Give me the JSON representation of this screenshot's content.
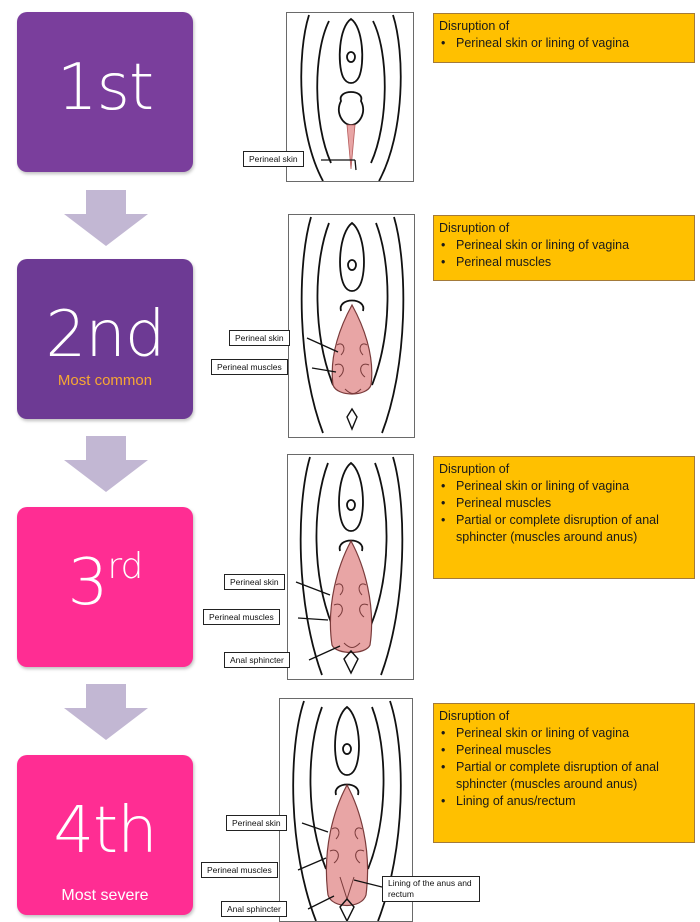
{
  "colors": {
    "purple": "#7a3e9c",
    "magenta": "#ff2d93",
    "arrow": "#c2b7d3",
    "info_bg": "#ffc000",
    "subtitle_orange": "#f7a733",
    "tear": "#e8a5a5"
  },
  "degrees": [
    {
      "label": "1st",
      "sup": "",
      "subtitle": "",
      "callouts": [
        "Perineal skin"
      ],
      "info_heading": "Disruption of",
      "info_items": [
        "Perineal skin or lining of vagina"
      ]
    },
    {
      "label": "2nd",
      "sup": "",
      "subtitle": "Most common",
      "callouts": [
        "Perineal skin",
        "Perineal muscles"
      ],
      "info_heading": "Disruption of",
      "info_items": [
        "Perineal skin or lining of vagina",
        "Perineal muscles"
      ]
    },
    {
      "label": "3",
      "sup": "rd",
      "subtitle": "",
      "callouts": [
        "Perineal skin",
        "Perineal muscles",
        "Anal sphincter"
      ],
      "info_heading": "Disruption of",
      "info_items": [
        "Perineal skin or lining of vagina",
        "Perineal muscles",
        "Partial or complete disruption of anal sphincter (muscles around anus)"
      ]
    },
    {
      "label": "4th",
      "sup": "",
      "subtitle": "Most severe",
      "callouts": [
        "Perineal skin",
        "Perineal muscles",
        "Anal sphincter",
        "Lining of the anus and rectum"
      ],
      "info_heading": "Disruption of",
      "info_items": [
        "Perineal skin or lining of vagina",
        "Perineal muscles",
        "Partial or complete disruption of anal sphincter (muscles around anus)",
        "Lining of anus/rectum"
      ]
    }
  ]
}
